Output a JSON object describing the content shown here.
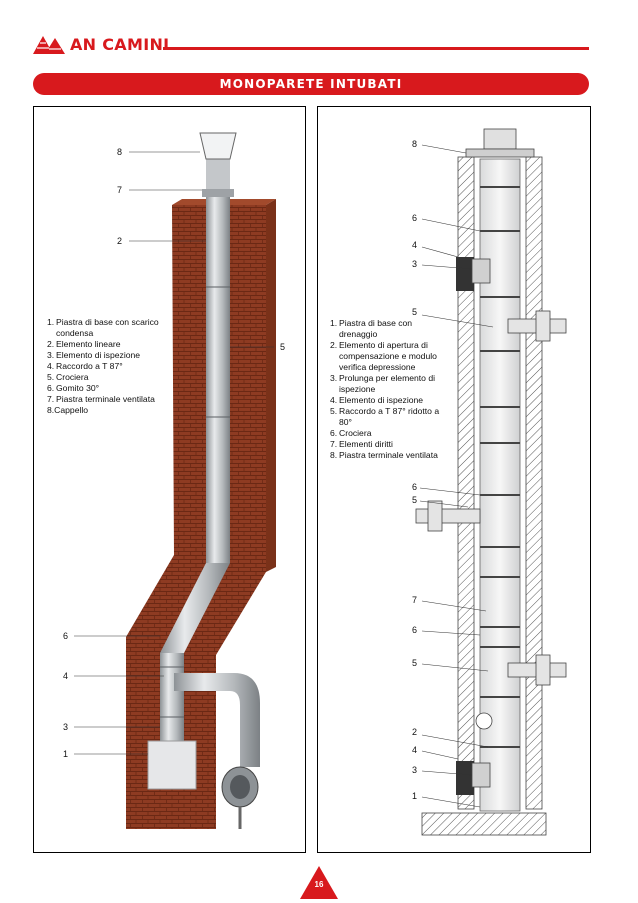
{
  "brand": {
    "name": "AN CAMINI",
    "color": "#d8191d"
  },
  "header": {
    "title": "MONOPARETE INTUBATI"
  },
  "left_panel": {
    "legend": [
      {
        "num": "1.",
        "text": "Piastra di base con scarico condensa"
      },
      {
        "num": "2.",
        "text": "Elemento lineare"
      },
      {
        "num": "3.",
        "text": "Elemento di ispezione"
      },
      {
        "num": "4.",
        "text": "Raccordo a T 87°"
      },
      {
        "num": "5.",
        "text": "Crociera"
      },
      {
        "num": "6.",
        "text": "Gomito 30°"
      },
      {
        "num": "7.",
        "text": "Piastra terminale ventilata"
      },
      {
        "num": "",
        "text": "8.Cappello"
      }
    ],
    "callouts": [
      "8",
      "7",
      "2",
      "5",
      "6",
      "4",
      "3",
      "1"
    ]
  },
  "right_panel": {
    "legend": [
      {
        "num": "1.",
        "text": "Piastra di base con drenaggio"
      },
      {
        "num": "2.",
        "text": "Elemento di apertura di compensazione e modulo verifica depressione"
      },
      {
        "num": "3.",
        "text": "Prolunga per elemento di ispezione"
      },
      {
        "num": "4.",
        "text": "Elemento di ispezione"
      },
      {
        "num": "5.",
        "text": "Raccordo a T 87° ridotto a 80°"
      },
      {
        "num": "6.",
        "text": "Crociera"
      },
      {
        "num": "7.",
        "text": "Elementi diritti"
      },
      {
        "num": "8.",
        "text": "Piastra terminale ventilata"
      }
    ],
    "callouts": [
      "8",
      "6",
      "4",
      "3",
      "5",
      "6",
      "5",
      "7",
      "6",
      "5",
      "2",
      "4",
      "3",
      "1"
    ]
  },
  "footer": {
    "page_number": "16"
  }
}
